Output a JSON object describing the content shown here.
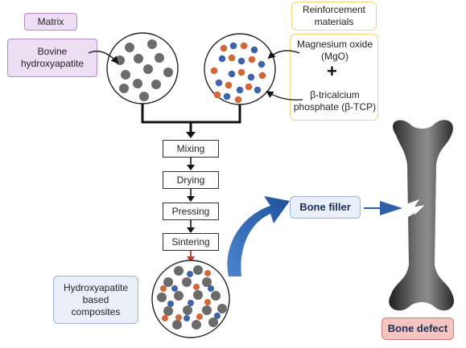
{
  "labels": {
    "matrix": "Matrix",
    "bovine_hydroxyapatite": "Bovine hydroxyapatite",
    "reinforcement_materials": "Reinforcement materials",
    "magnesium_oxide": "Magnesium oxide (MgO)",
    "plus_sign": "+",
    "beta_tcp": "β-tricalcium phosphate (β-TCP)",
    "hydroxyapatite_composites": "Hydroxyapatite based composites",
    "bone_filler": "Bone filler",
    "bone_defect": "Bone defect"
  },
  "process_steps": [
    "Mixing",
    "Drying",
    "Pressing",
    "Sintering"
  ],
  "colors": {
    "hydroxyapatite_particle": "#6b6b6b",
    "mgo_particle": "#3f63a8",
    "tcp_particle": "#d2673a",
    "arrow_blue": "#2f66b3",
    "sintering_arrow": "#c0392b"
  }
}
